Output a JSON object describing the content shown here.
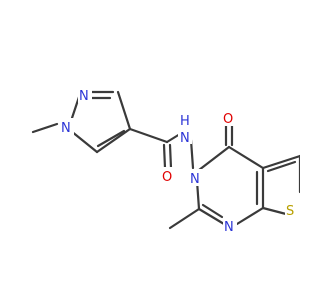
{
  "molecule": {
    "atoms": [
      {
        "id": "n1",
        "text": "N",
        "color": "#2b34d6"
      },
      {
        "id": "n2",
        "text": "N",
        "color": "#2b34d6"
      },
      {
        "id": "nh",
        "text": "H",
        "color": "#2b34d6"
      },
      {
        "id": "nh2",
        "text": "N",
        "color": "#2b34d6"
      },
      {
        "id": "n3",
        "text": "N",
        "color": "#2b34d6"
      },
      {
        "id": "n4",
        "text": "N",
        "color": "#2b34d6"
      },
      {
        "id": "o1",
        "text": "O",
        "color": "#e00000"
      },
      {
        "id": "o2",
        "text": "O",
        "color": "#e00000"
      },
      {
        "id": "s1",
        "text": "S",
        "color": "#b8a000"
      }
    ]
  },
  "colors": {
    "bond": "#3a3a3a",
    "nitrogen": "#2b34d6",
    "oxygen": "#e00000",
    "sulfur": "#b8a000"
  }
}
